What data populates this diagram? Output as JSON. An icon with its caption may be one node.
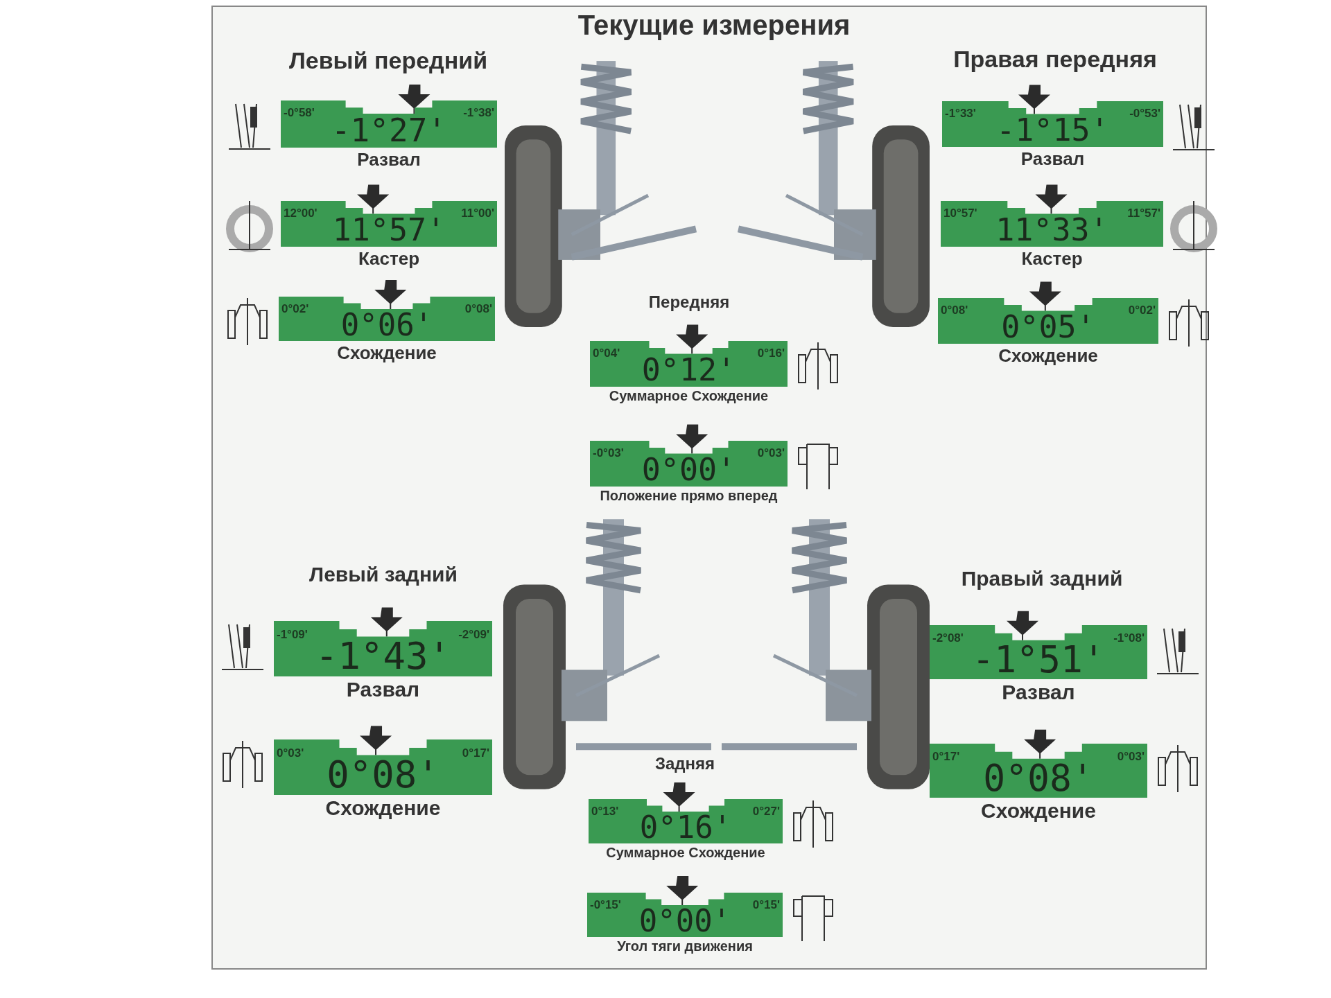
{
  "diagram": {
    "title": "Текущие измерения",
    "nodes": [
      {
        "text": [
          "-0°58'",
          "-1°27'",
          "-1°38'"
        ],
        "beside": [
          "Развал"
        ]
      },
      {
        "text": [
          "12°00'",
          "11°57'",
          "11°00'"
        ],
        "beside": [
          "Кастер"
        ]
      },
      {
        "text": [
          "0°02'",
          "0°06'",
          "0°08'"
        ],
        "beside": [
          "Схождение"
        ]
      },
      {
        "text": [
          "-1°33'",
          "-1°15'",
          "-0°53'"
        ],
        "beside": [
          "Развал"
        ]
      },
      {
        "text": [
          "10°57'",
          "11°33'",
          "11°57'"
        ],
        "beside": [
          "Кастер"
        ]
      },
      {
        "text": [
          "0°08'",
          "0°05'",
          "0°02'"
        ],
        "beside": [
          "Схождение"
        ]
      },
      {
        "text": [
          "0°04'",
          "0°12'",
          "0°16'"
        ],
        "beside": [
          "Суммарное Схождение"
        ]
      },
      {
        "text": [
          "-0°03'",
          "0°00'",
          "0°03'"
        ],
        "beside": [
          "Положение прямо вперед"
        ]
      },
      {
        "text": [
          "-1°09'",
          "-1°43'",
          "-2°09'"
        ],
        "beside": [
          "Развал"
        ]
      },
      {
        "text": [
          "0°03'",
          "0°08'",
          "0°17'"
        ],
        "beside": [
          "Схождение"
        ]
      },
      {
        "text": [
          "-2°08'",
          "-1°51'",
          "-1°08'"
        ],
        "beside": [
          "Развал"
        ]
      },
      {
        "text": [
          "0°17'",
          "0°08'",
          "0°03'"
        ],
        "beside": [
          "Схождение"
        ]
      },
      {
        "text": [
          "0°13'",
          "0°16'",
          "0°27'"
        ],
        "beside": [
          "Суммарное Схождение"
        ]
      },
      {
        "text": [
          "-0°15'",
          "0°00'",
          "0°15'"
        ],
        "beside": [
          "Угол тяги движения"
        ]
      }
    ],
    "labels": [
      "Левый передний",
      "Правая передняя",
      "Передняя",
      "Левый задний",
      "Правый задний",
      "Задняя"
    ]
  }
}
